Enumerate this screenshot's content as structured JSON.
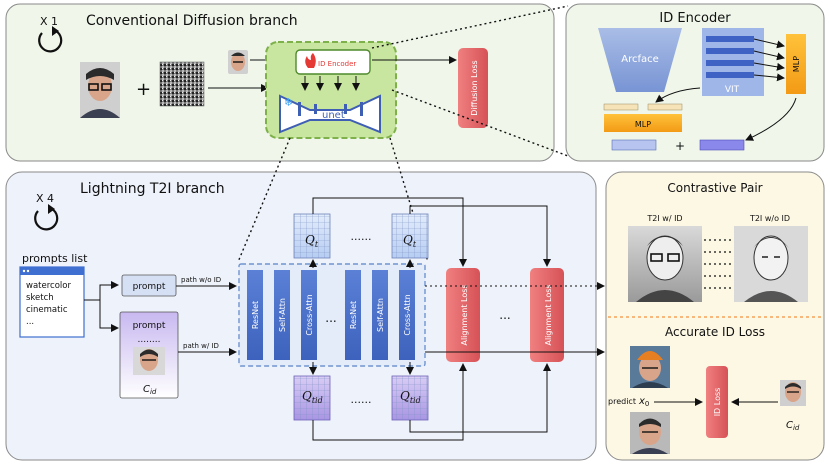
{
  "diffusion": {
    "repeat": "X 1",
    "title": "Conventional Diffusion branch",
    "id_encoder_label": "ID Encoder",
    "unet_label": "unet",
    "loss_label": "Diffusion Loss"
  },
  "id_encoder_panel": {
    "title": "ID Encoder",
    "arcface_label": "Arcface",
    "vit_label": "VIT",
    "mlp_right_label": "MLP",
    "mlp_left_label": "MLP",
    "plus": "+"
  },
  "lightning": {
    "repeat": "X 4",
    "title": "Lightning T2I branch",
    "prompts_title": "prompts list",
    "prompts": [
      "watercolor",
      "sketch",
      "cinematic",
      "..."
    ],
    "prompt_box": "prompt",
    "prompt_box2": "prompt",
    "dots2": "........",
    "cid": "C",
    "cid_sub": "id",
    "path_wo": "path w/o ID",
    "path_w": "path w/ ID",
    "blocks": [
      "ResNet",
      "Self-Attn",
      "Cross-Attn",
      "ResNet",
      "Self-Attn",
      "Cross-Attn"
    ],
    "blocks_ellipsis": "...",
    "q_t": "Q",
    "q_t_sub": "t",
    "q_tid": "Q",
    "q_tid_sub": "tid",
    "q_top_dots": "......",
    "q_bot_dots": "......",
    "align_loss_1": "Alignment Loss",
    "align_loss_2": "Alignment Loss",
    "align_ellipsis": "..."
  },
  "contrastive": {
    "title": "Contrastive Pair",
    "left_label": "T2I w/ ID",
    "right_label": "T2I w/o ID"
  },
  "accurate": {
    "title": "Accurate ID Loss",
    "predict_label": "predict",
    "predict_var": "x",
    "predict_sub": "0",
    "loss_label": "ID Loss",
    "cid": "C",
    "cid_sub": "id"
  },
  "colors": {
    "diffusion_bg": "#f0f7ea",
    "lightning_bg": "#eef2fb",
    "right_bg": "#fdf8e4",
    "loss_red": "#e0676a",
    "mlp_orange": "#f5a623",
    "vit_blue": "#6f8fd8",
    "green_hl": "#c9e6a0"
  }
}
